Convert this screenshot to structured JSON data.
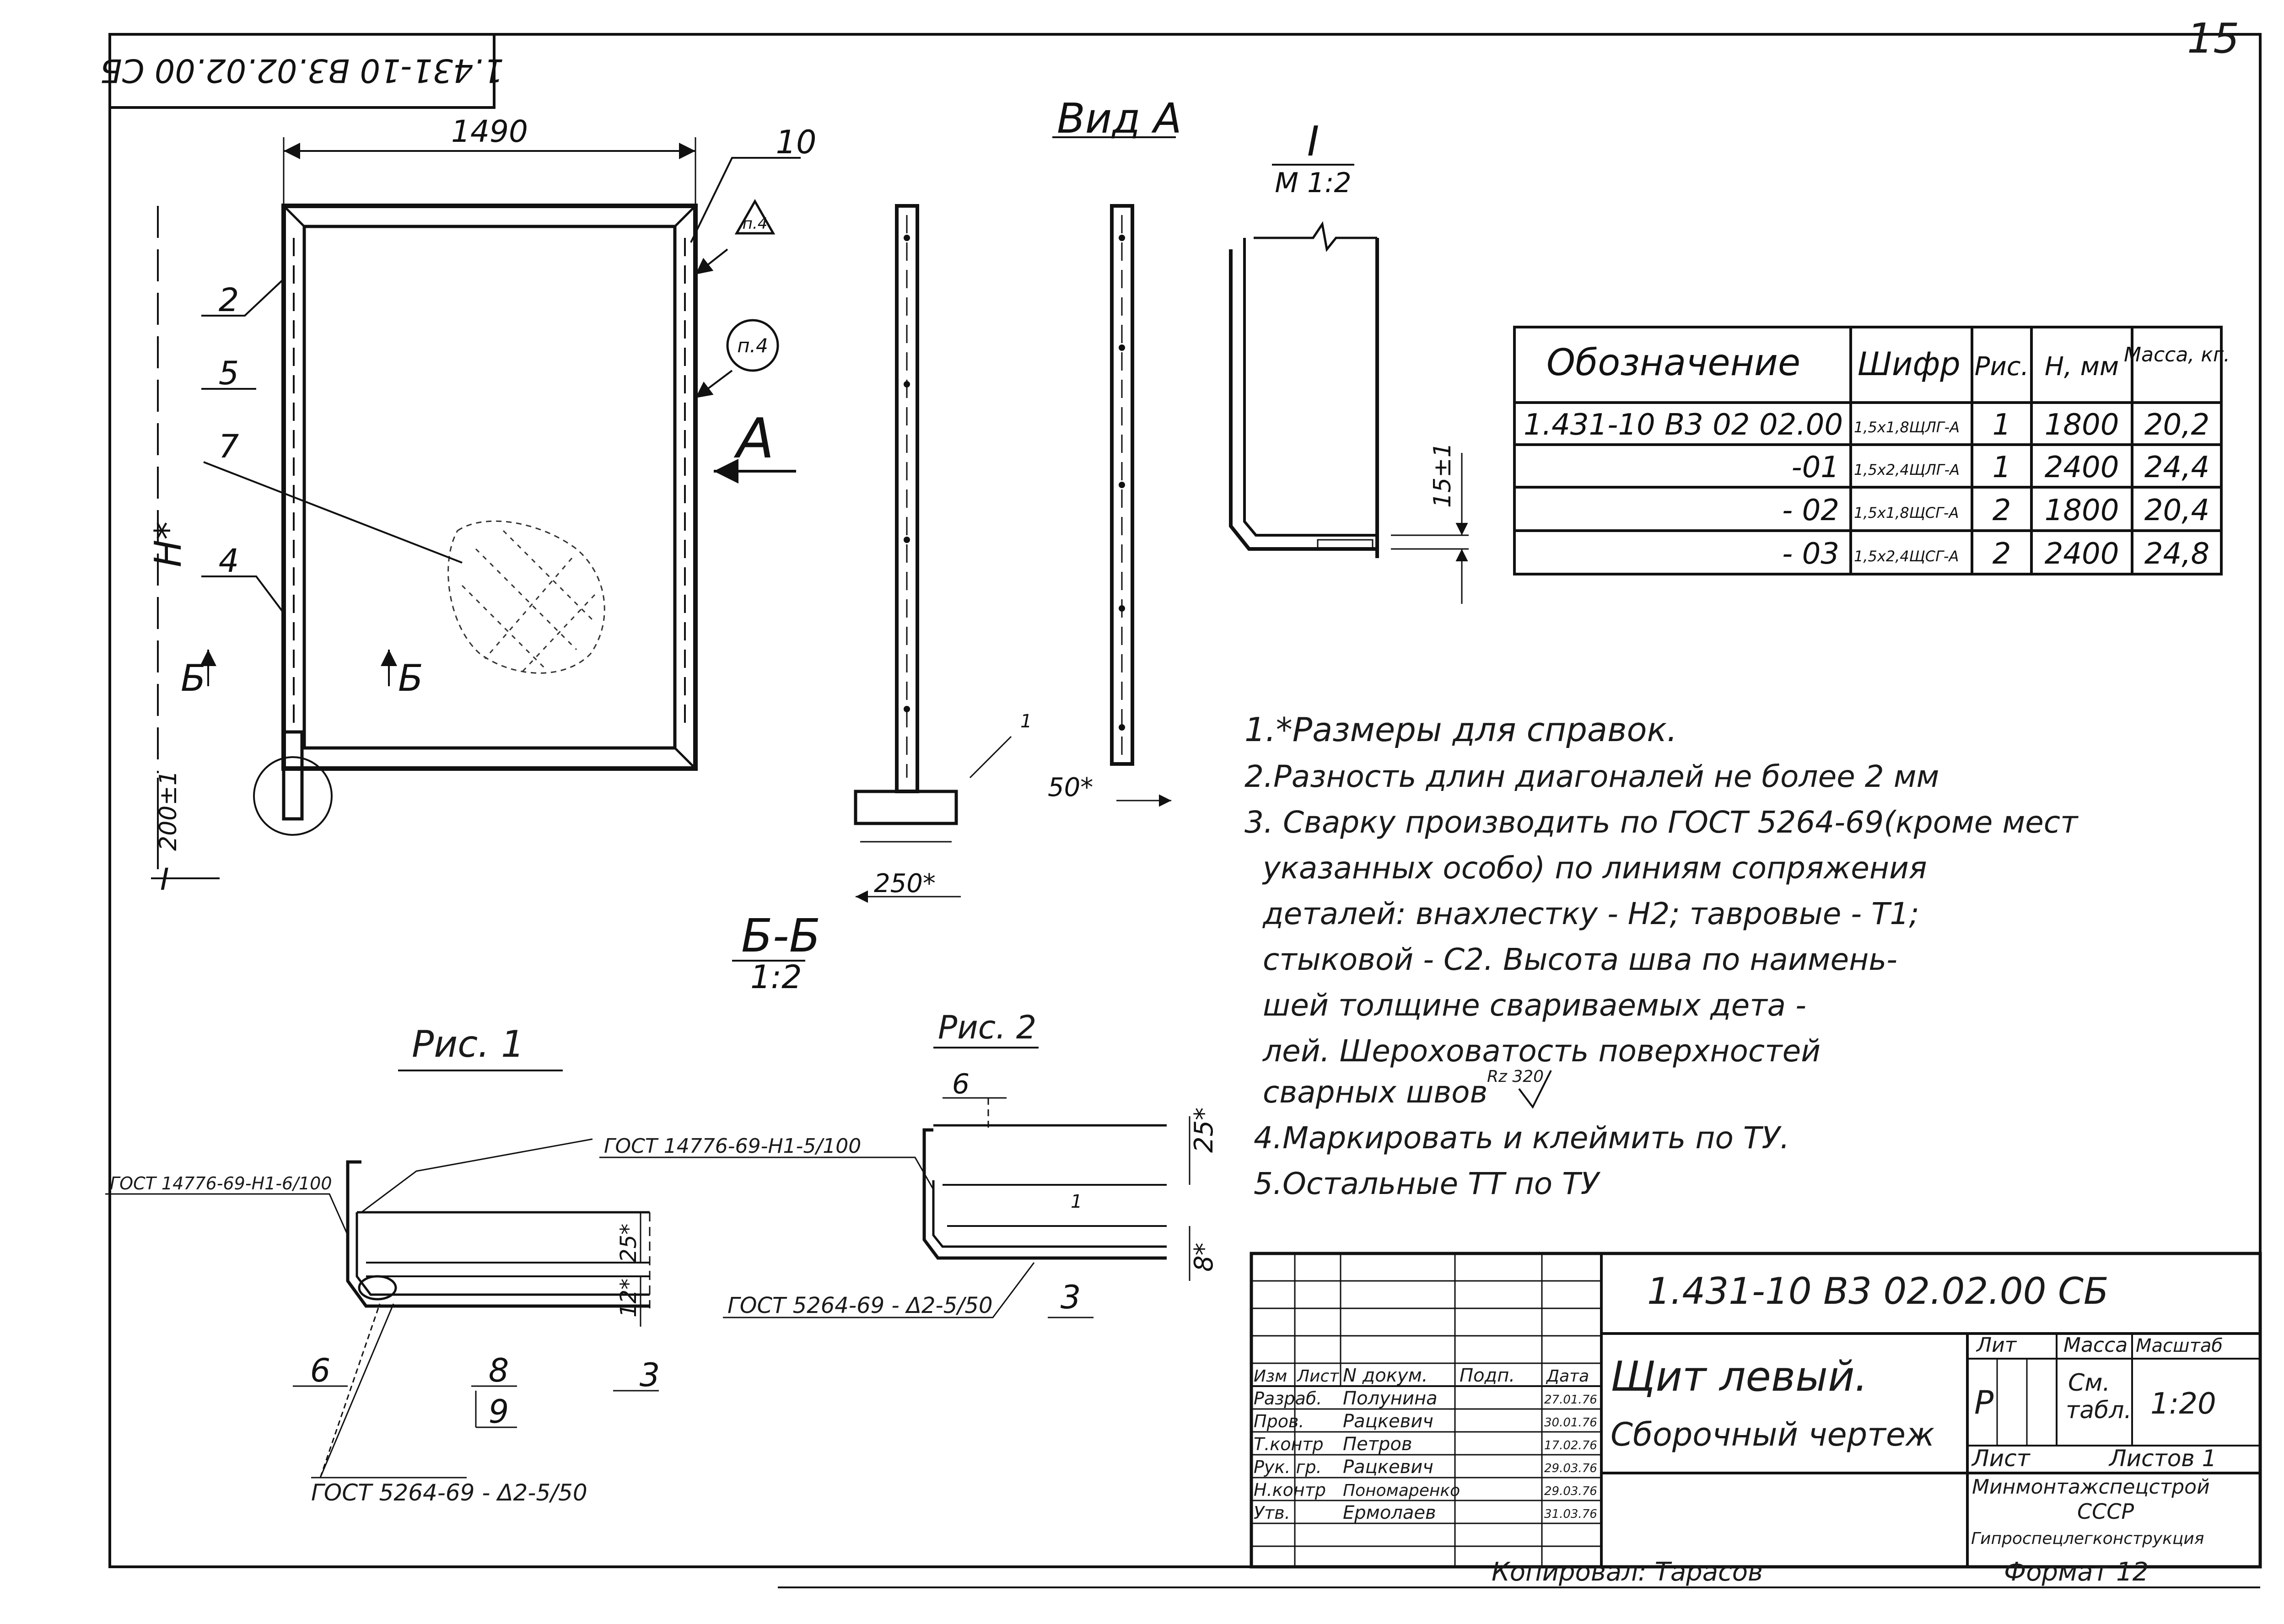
{
  "page_number": "15",
  "corner_stamp": "1.431-10 В3.02.02.00 СБ",
  "view_a_title": "Вид А",
  "detail_title": "I",
  "detail_scale": "М 1:2",
  "frame": {
    "width_dim": "1490",
    "height_dim": "Н*",
    "bottom_dim": "200±1",
    "section_mark": "Б",
    "arrow_a": "А",
    "detail_mark": "I",
    "weld_mark": "п.4",
    "callouts": [
      "2",
      "5",
      "7",
      "4",
      "10"
    ]
  },
  "section_view": {
    "title": "Б-Б",
    "scale": "1:2",
    "dim_250": "250*",
    "dim_50": "50*",
    "callout_1": "1"
  },
  "detail_i": {
    "dim": "15±1"
  },
  "table": {
    "headers": [
      "Обозначение",
      "Шифр",
      "Рис.",
      "Н, мм",
      "Масса, кг."
    ],
    "rows": [
      [
        "1.431-10 В3 02 02.00",
        "1,5х1,8ЩЛГ-А",
        "1",
        "1800",
        "20,2"
      ],
      [
        "-01",
        "1,5х2,4ЩЛГ-А",
        "1",
        "2400",
        "24,4"
      ],
      [
        "- 02",
        "1,5х1,8ЩСГ-А",
        "2",
        "1800",
        "20,4"
      ],
      [
        "- 03",
        "1,5х2,4ЩСГ-А",
        "2",
        "2400",
        "24,8"
      ]
    ]
  },
  "notes": [
    "1.*Размеры для справок.",
    "2.Разность длин диагоналей не более 2 мм",
    "3. Сварку производить по ГОСТ 5264-69(кроме мест",
    "указанных особо) по линиям сопряжения",
    "деталей: внахлестку - Н2; тавровые - Т1;",
    "стыковой - С2. Высота шва по наимень-",
    "шей толщине свариваемых дета -",
    "лей. Шероховатость поверхностей",
    "сварных швов",
    "4.Маркировать и клеймить по ТУ.",
    "5.Остальные ТТ по ТУ"
  ],
  "roughness": "Rz 320",
  "fig1": {
    "title": "Рис. 1",
    "weld_top": "ГОСТ 14776-69-Н1-6/100",
    "weld_bottom": "ГОСТ 5264-69 - Δ2-5/50",
    "dim_25": "25*",
    "dim_12": "12*",
    "callouts": [
      "6",
      "8",
      "9",
      "3"
    ]
  },
  "fig2": {
    "title": "Рис. 2",
    "weld_top": "ГОСТ 14776-69-Н1-5/100",
    "weld_bottom": "ГОСТ 5264-69 - Δ2-5/50",
    "dim_25": "25*",
    "dim_8": "8*",
    "callouts": [
      "6",
      "1",
      "3"
    ]
  },
  "title_block": {
    "designation": "1.431-10 В3 02.02.00 СБ",
    "name_line1": "Щит левый.",
    "name_line2": "Сборочный чертеж",
    "col_headers": [
      "Изм",
      "Лист",
      "N докум.",
      "Подп.",
      "Дата"
    ],
    "staff": [
      [
        "Разраб.",
        "Полунина",
        "27.01.76"
      ],
      [
        "Пров.",
        "Рацкевич",
        "30.01.76"
      ],
      [
        "Т.контр",
        "Петров",
        "17.02.76"
      ],
      [
        "Рук. гр.",
        "Рацкевич",
        "29.03.76"
      ],
      [
        "Н.контр",
        "Пономаренко",
        "29.03.76"
      ],
      [
        "Утв.",
        "Ермолаев",
        "31.03.76"
      ]
    ],
    "lit_label": "Лит",
    "mass_label": "Масса",
    "scale_label": "Масштаб",
    "lit_value": "Р",
    "mass_value_1": "См.",
    "mass_value_2": "табл.",
    "scale_value": "1:20",
    "sheet_label": "Лист",
    "sheets_label": "Листов 1",
    "org_line1": "Минмонтажспецстрой",
    "org_line2": "СССР",
    "org_line3": "Гипроспецлегконструкция",
    "copied": "Копировал: Тарасов",
    "format": "Формат 12"
  }
}
